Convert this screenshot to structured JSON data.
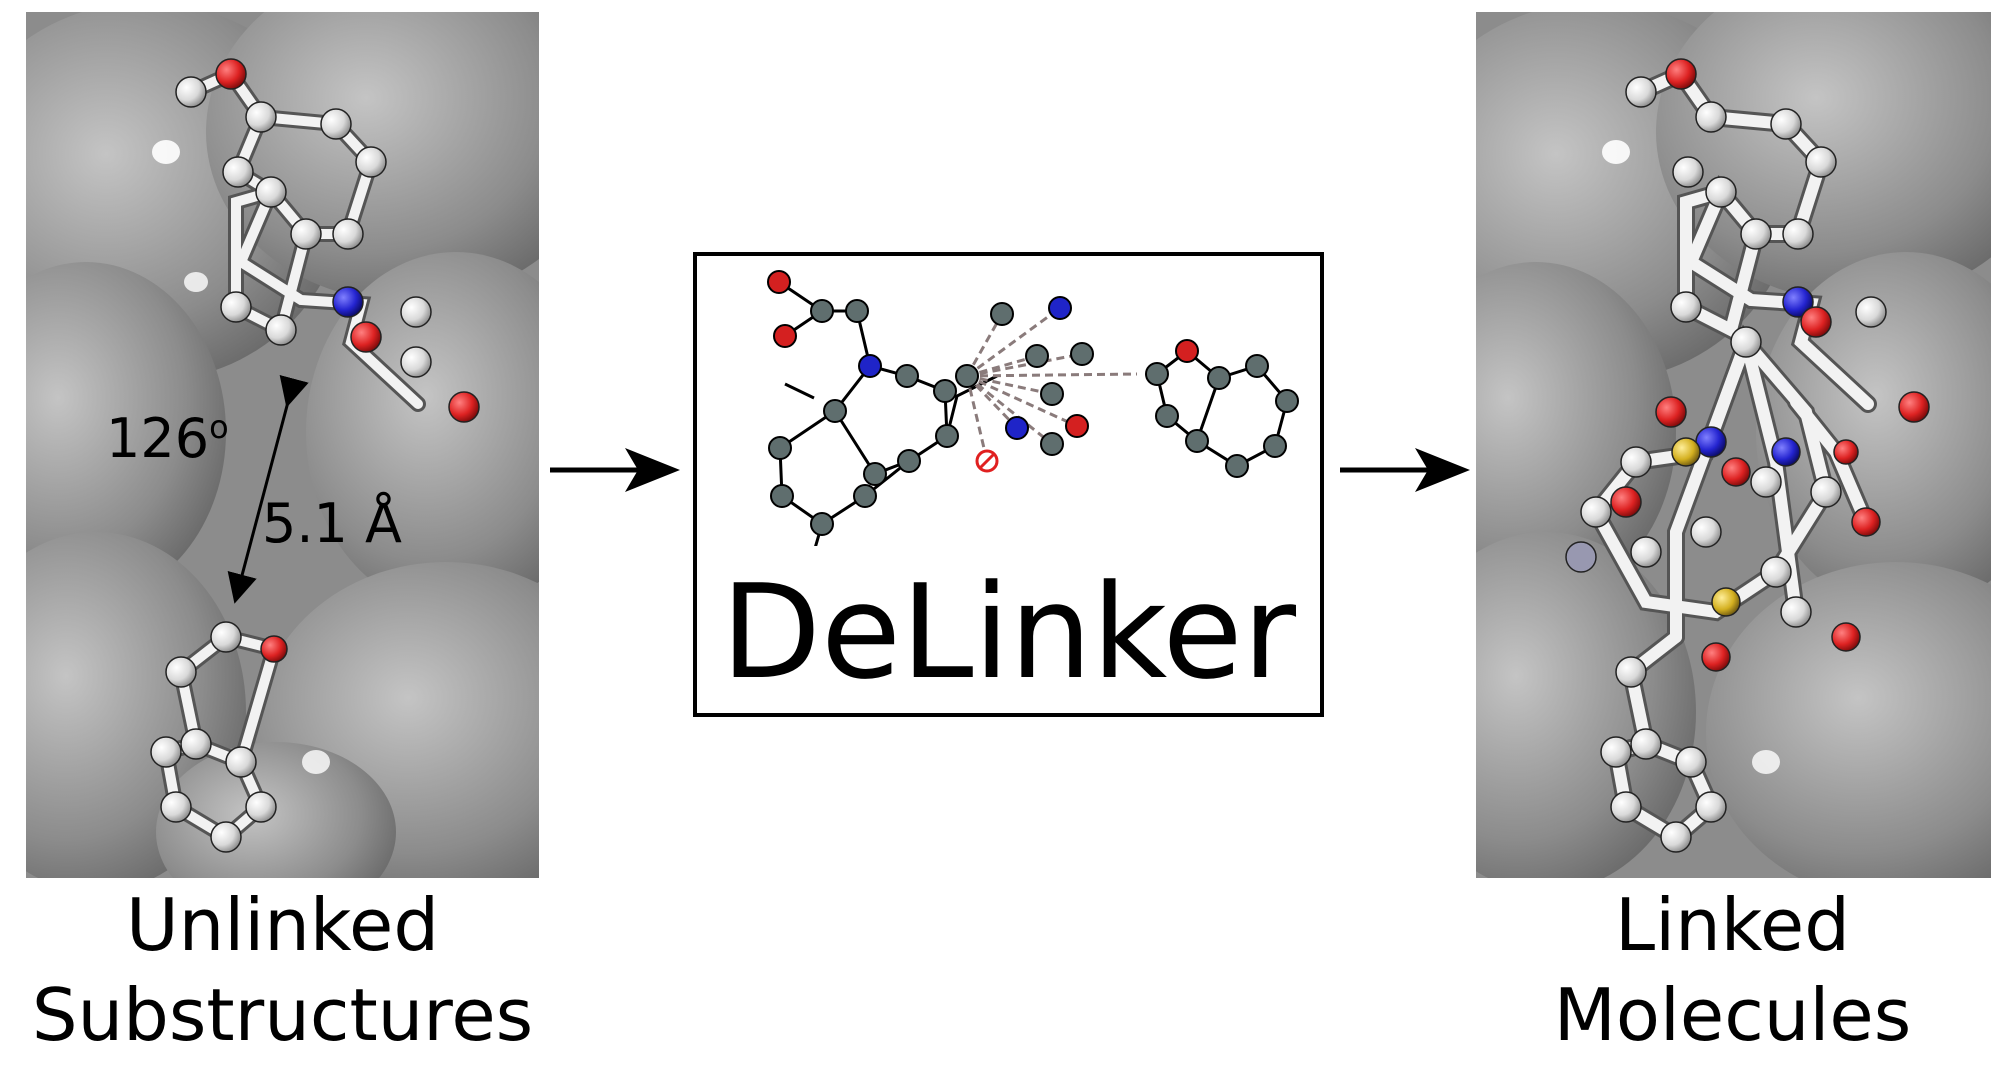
{
  "left_panel": {
    "angle_label": "126",
    "angle_unit": "o",
    "distance_label": "5.1 Å",
    "caption_line1": "Unlinked",
    "caption_line2": "Substructures"
  },
  "center_box": {
    "title": "DeLinker"
  },
  "right_panel": {
    "caption_line1": "Linked",
    "caption_line2": "Molecules"
  },
  "colors": {
    "surface": "#8a8a8a",
    "carbon_white": "#e6e6e6",
    "carbon_dark": "#5f6e6e",
    "oxygen": "#d42020",
    "nitrogen": "#1f24c8",
    "sulfur": "#d4b020"
  }
}
